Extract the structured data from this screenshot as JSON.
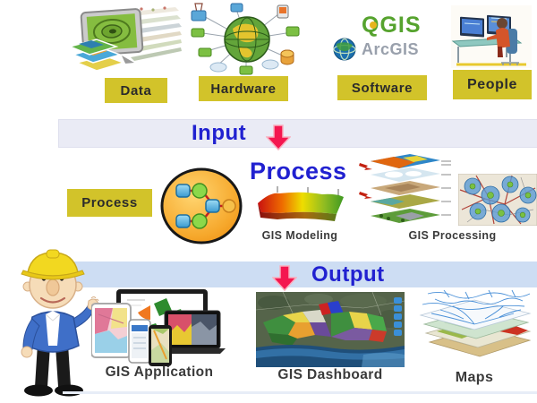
{
  "top_row": {
    "items": [
      {
        "id": "data",
        "label": "Data"
      },
      {
        "id": "hardware",
        "label": "Hardware"
      },
      {
        "id": "software",
        "label": "Software"
      },
      {
        "id": "people",
        "label": "People"
      }
    ],
    "logos": {
      "qgis": "QGIS",
      "arcgis": "ArcGIS"
    }
  },
  "input_band": {
    "label": "Input"
  },
  "process_section": {
    "title": "Process",
    "box_label": "Process",
    "modeling_caption": "GIS Modeling",
    "processing_caption": "GIS Processing"
  },
  "output_band": {
    "label": "Output"
  },
  "bottom_row": {
    "application_caption": "GIS Application",
    "dashboard_caption": "GIS Dashboard",
    "maps_caption": "Maps"
  },
  "colors": {
    "label_bg": "#d2c32a",
    "label_text": "#2b2b2b",
    "input_band_bg": "#eaebf5",
    "output_band_bg": "#cdddf3",
    "flow_text": "#2121d0",
    "arrow_red": "#f4164f",
    "caption_text": "#3a3a3a",
    "qgis_green": "#56a32e",
    "arcgis_gray": "#99a0ac"
  }
}
